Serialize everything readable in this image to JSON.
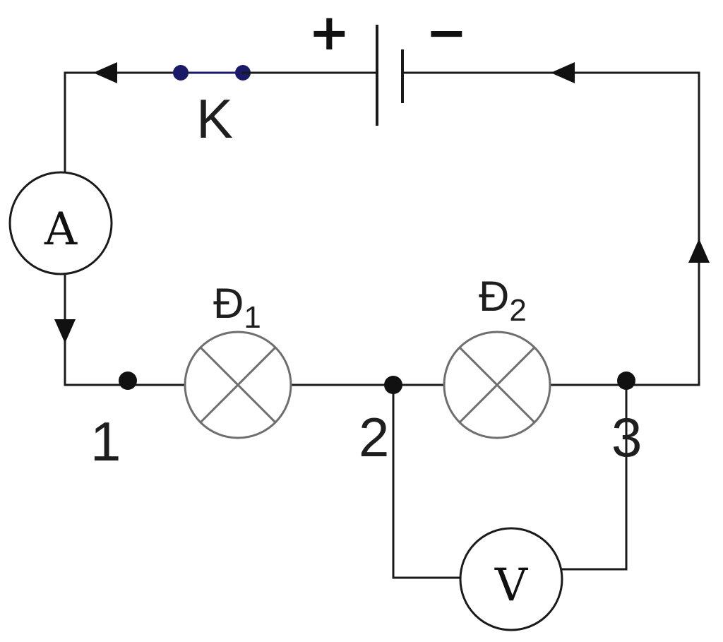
{
  "battery": {
    "plus_sign": "+",
    "minus_sign": "−"
  },
  "switch": {
    "label": "K",
    "color": "#1a1a66"
  },
  "ammeter": {
    "label": "A"
  },
  "voltmeter": {
    "label": "V"
  },
  "lamps": [
    {
      "symbol": "Đ",
      "subscript": "1"
    },
    {
      "symbol": "Đ",
      "subscript": "2"
    }
  ],
  "nodes": [
    {
      "label": "1"
    },
    {
      "label": "2"
    },
    {
      "label": "3"
    }
  ]
}
